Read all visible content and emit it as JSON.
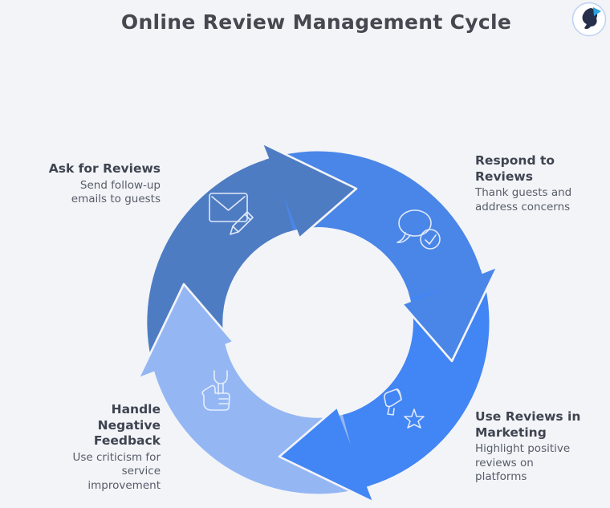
{
  "title": "Online Review Management Cycle",
  "logo": {
    "icon": "hummingbird-logo-icon"
  },
  "colors": {
    "background": "#f3f4f8",
    "title": "#46474f",
    "heading": "#3e4450",
    "body": "#565c68",
    "seg_ask": "#4e7cc3",
    "seg_respond": "#4a86e8",
    "seg_marketing": "#4285f4",
    "seg_feedback": "#94b7f4",
    "icon_stroke": "#edf2fd",
    "logo_ring": "#bcd2f2",
    "logo_dark": "#26304a",
    "logo_accent": "#2ba3dc"
  },
  "steps": [
    {
      "id": "ask-for-reviews",
      "title": "Ask for Reviews",
      "description": "Send follow-up\nemails to guests",
      "icon": "envelope-pencil-icon"
    },
    {
      "id": "respond-to-reviews",
      "title": "Respond to\nReviews",
      "description": "Thank guests and\naddress concerns",
      "icon": "speech-bubble-check-icon"
    },
    {
      "id": "use-reviews-in-marketing",
      "title": "Use Reviews in\nMarketing",
      "description": "Highlight positive\nreviews on\nplatforms",
      "icon": "megaphone-star-icon"
    },
    {
      "id": "handle-negative-feedback",
      "title": "Handle\nNegative\nFeedback",
      "description": "Use criticism for\nservice\nimprovement",
      "icon": "wrench-hand-icon"
    }
  ]
}
